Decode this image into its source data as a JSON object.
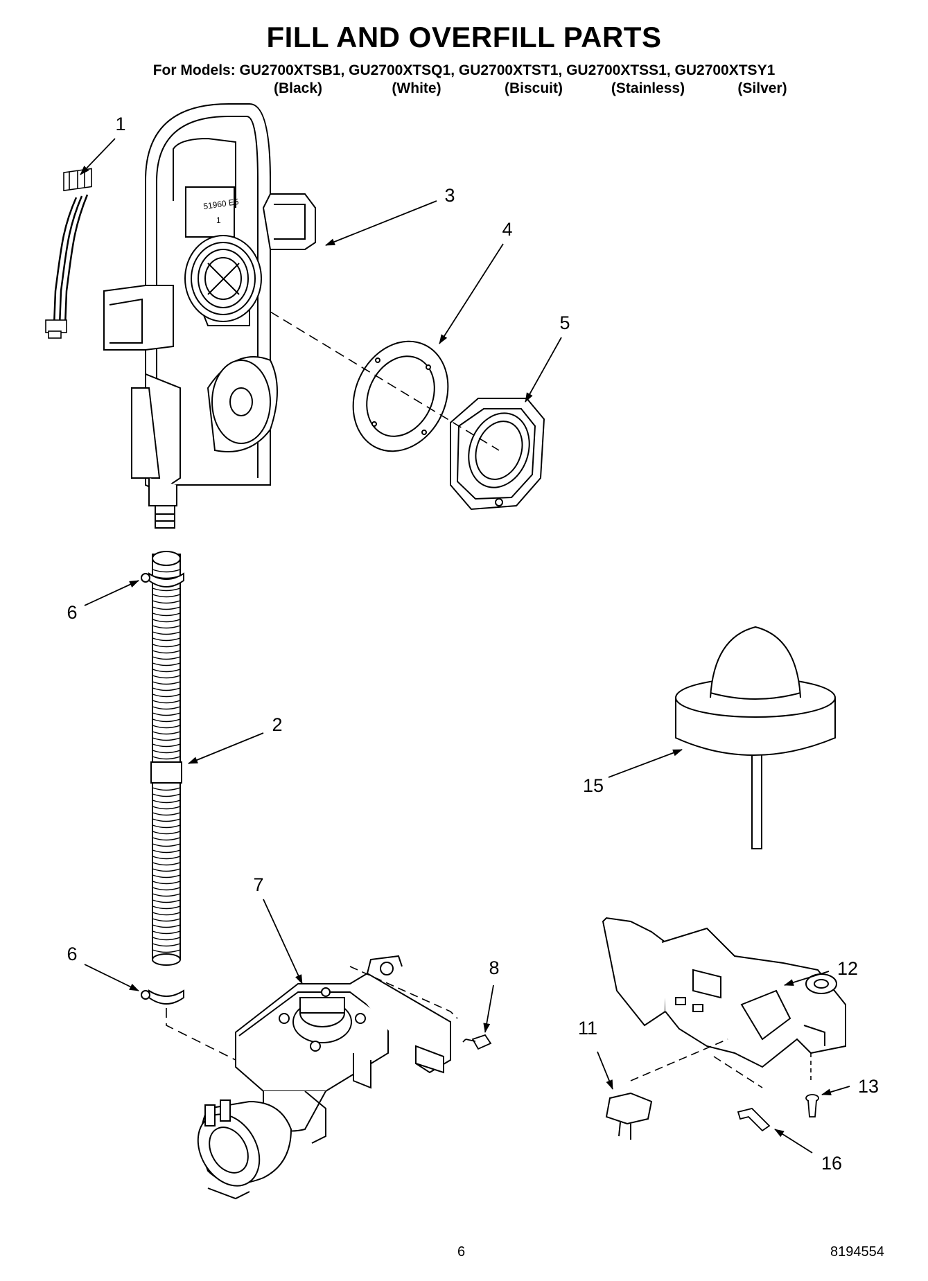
{
  "header": {
    "title": "FILL AND OVERFILL PARTS",
    "models_line": "For Models: GU2700XTSB1, GU2700XTSQ1, GU2700XTST1, GU2700XTSS1, GU2700XTSY1",
    "colors": [
      "(Black)",
      "(White)",
      "(Biscuit)",
      "(Stainless)",
      "(Silver)"
    ]
  },
  "part_stamp": {
    "line1": "51960 E5",
    "line2": "1"
  },
  "callouts": [
    "1",
    "3",
    "4",
    "5",
    "6",
    "2",
    "6",
    "7",
    "8",
    "15",
    "12",
    "11",
    "13",
    "16"
  ],
  "footer": {
    "page_number": "6",
    "doc_number": "8194554"
  }
}
